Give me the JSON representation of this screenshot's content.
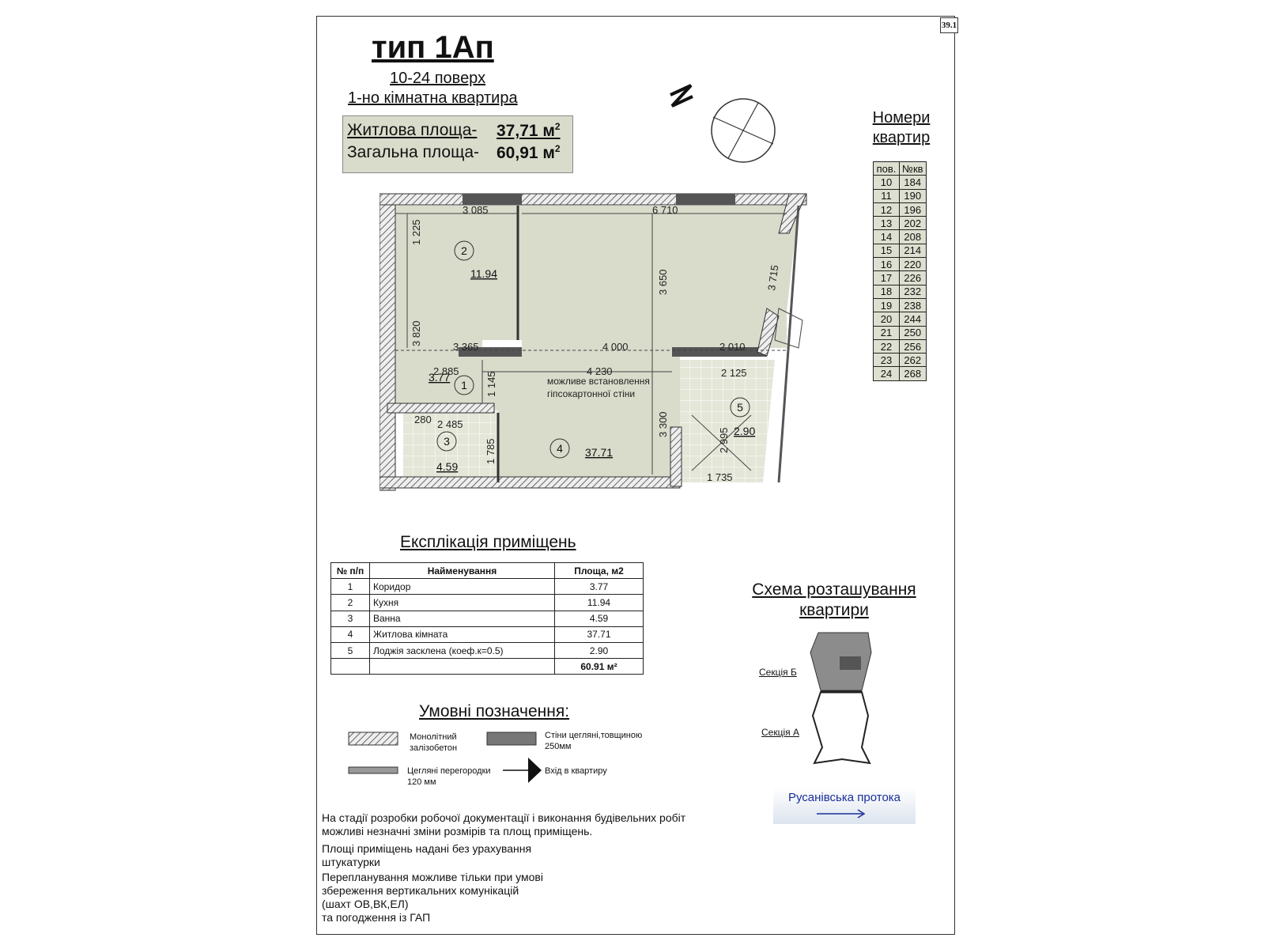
{
  "sheet_number": "39.1",
  "header": {
    "title": "тип 1Ап",
    "floors": "10-24 поверх",
    "apartment_type": "1-но кімнатна квартира"
  },
  "areas": {
    "living_label": "Житлова площа-",
    "living_value": "37,71 м",
    "total_label": "Загальна площа-",
    "total_value": "60,91 м",
    "unit_power": "2"
  },
  "plan": {
    "rooms": [
      {
        "number": "1",
        "area": "3.77"
      },
      {
        "number": "2",
        "area": "11.94"
      },
      {
        "number": "3",
        "area": "4.59"
      },
      {
        "number": "4",
        "area": "37.71"
      },
      {
        "number": "5",
        "area": "2.90"
      }
    ],
    "dimensions": [
      "3 085",
      "6 710",
      "1 225",
      "3 650",
      "3 715",
      "3 820",
      "3 365",
      "4 000",
      "2 010",
      "2 885",
      "4 230",
      "1 145",
      "2 125",
      "280",
      "2 485",
      "1 785",
      "3 300",
      "2 995",
      "1 735"
    ],
    "note_line1": "можливе встановлення",
    "note_line2": "гіпсокартонної стіни"
  },
  "apartment_numbers": {
    "title_line1": "Номери",
    "title_line2": "квартир",
    "header_floor": "пов.",
    "header_apt": "№кв",
    "rows": [
      [
        "10",
        "184"
      ],
      [
        "11",
        "190"
      ],
      [
        "12",
        "196"
      ],
      [
        "13",
        "202"
      ],
      [
        "14",
        "208"
      ],
      [
        "15",
        "214"
      ],
      [
        "16",
        "220"
      ],
      [
        "17",
        "226"
      ],
      [
        "18",
        "232"
      ],
      [
        "19",
        "238"
      ],
      [
        "20",
        "244"
      ],
      [
        "21",
        "250"
      ],
      [
        "22",
        "256"
      ],
      [
        "23",
        "262"
      ],
      [
        "24",
        "268"
      ]
    ]
  },
  "explication": {
    "title": "Експлікація приміщень",
    "headers": [
      "№ п/п",
      "Найменування",
      "Площа, м2"
    ],
    "rows": [
      [
        "1",
        "Коридор",
        "3.77"
      ],
      [
        "2",
        "Кухня",
        "11.94"
      ],
      [
        "3",
        "Ванна",
        "4.59"
      ],
      [
        "4",
        "Житлова кімната",
        "37.71"
      ],
      [
        "5",
        "Лоджія засклена (коеф.к=0.5)",
        "2.90"
      ]
    ],
    "total": "60.91 м²"
  },
  "legend": {
    "title": "Умовні позначення:",
    "items": [
      {
        "line1": "Монолітний",
        "line2": "залізобетон"
      },
      {
        "line1": "Стіни цегляні,товщиною",
        "line2": "250мм"
      },
      {
        "line1": "Цегляні перегородки",
        "line2": "120 мм"
      },
      {
        "line1": "Вхід в квартиру",
        "line2": ""
      }
    ]
  },
  "notes": [
    {
      "line1": "На стадії розробки робочої документації і виконання будівельних робіт",
      "line2": "можливі незначні зміни  розмірів та площ приміщень."
    },
    {
      "line1": "Площі приміщень надані без урахування",
      "line2": "штукатурки"
    },
    {
      "line1": "Перепланування можливе тільки при умові",
      "line2": "збереження вертикальних комунікацій",
      "line3": " (шахт ОВ,ВК,ЕЛ)",
      "line4": "та погодження із ГАП"
    }
  ],
  "schema": {
    "title_line1": "Схема розташування",
    "title_line2": "квартири",
    "section_b": "Секція Б",
    "section_a": "Секція А",
    "river": "Русанівська протока"
  },
  "colors": {
    "room_fill": "#d9dccb",
    "wall_dark": "#555555",
    "section_fill": "#8c8c8c",
    "river_text": "#1a2f9a"
  }
}
